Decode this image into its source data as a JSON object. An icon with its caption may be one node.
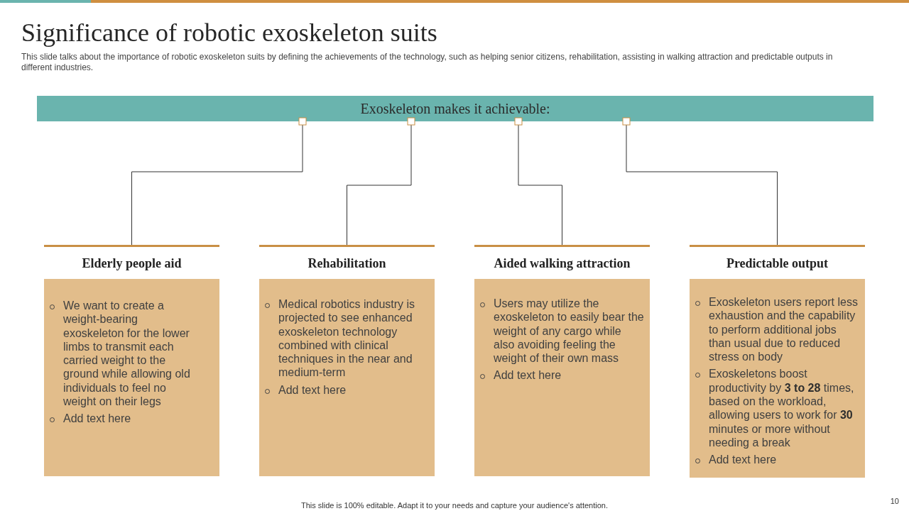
{
  "diagram": {
    "title": "Significance of robotic exoskeleton suits",
    "nodes": [
      {
        "text": [
          "Exoskeleton makes it achievable:"
        ]
      },
      {
        "text": [
          "Elderly people aid",
          "We want to create a weight-bearing exoskeleton for the lower limbs to transmit each carried weight to the ground while allowing old individuals to feel no weight on their legs",
          "Add text here"
        ]
      },
      {
        "text": [
          "Rehabilitation",
          "Medical robotics industry is projected to see enhanced exoskeleton technology combined with clinical techniques in the near and medium-term",
          "Add text here"
        ]
      },
      {
        "text": [
          "Aided walking attraction",
          "Users may utilize the exoskeleton to easily bear the weight of any cargo while also avoiding feeling the weight of their own mass",
          "Add text here"
        ]
      },
      {
        "text": [
          "Predictable output",
          "Exoskeleton users report less exhaustion and the capability to perform additional jobs than usual due to reduced stress on body",
          "Exoskeletons boost productivity by **3 to 28** times, based on the workload, allowing users to work for **30** minutes or more without needing a break",
          "Add text here"
        ]
      }
    ],
    "edges": [
      {
        "from": 0,
        "to": 1,
        "arrow": "other"
      },
      {
        "from": 0,
        "to": 2,
        "arrow": "other"
      },
      {
        "from": 0,
        "to": 3,
        "arrow": "other"
      },
      {
        "from": 0,
        "to": 4,
        "arrow": "other"
      }
    ],
    "labels": [
      "This slide talks about the importance of robotic exoskeleton suits by defining the achievements of the technology, such as helping senior citizens, rehabilitation, assisting in walking attraction and predictable outputs in different industries.",
      "This slide is 100% editable. Adapt it to your needs and capture your audience's attention.",
      "10"
    ]
  }
}
